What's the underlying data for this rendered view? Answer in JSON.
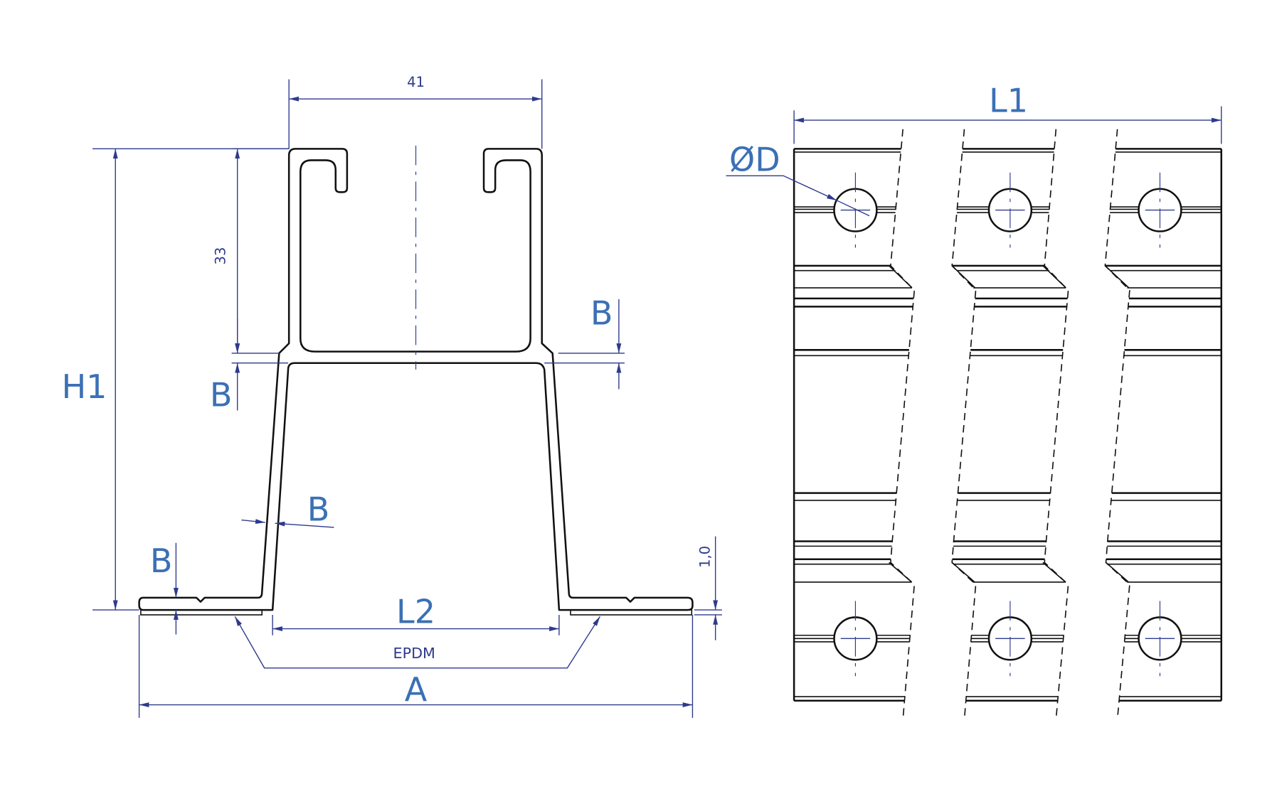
{
  "colors": {
    "dimension_line": "#2e3a8c",
    "label": "#3b70b5",
    "part_outline": "#111111"
  },
  "profile_view": {
    "dim_top_width": "41",
    "dim_channel_height": "33",
    "dim_total_height": "H1",
    "dim_thickness_top_right": "B",
    "dim_thickness_left": "B",
    "dim_thickness_leg": "B",
    "dim_thickness_foot": "B",
    "dim_pad_thickness": "1,0",
    "dim_inner_base": "L2",
    "pad_material": "EPDM",
    "dim_total_width": "A"
  },
  "side_view": {
    "dim_length": "L1",
    "dim_hole_diameter": "ØD"
  }
}
